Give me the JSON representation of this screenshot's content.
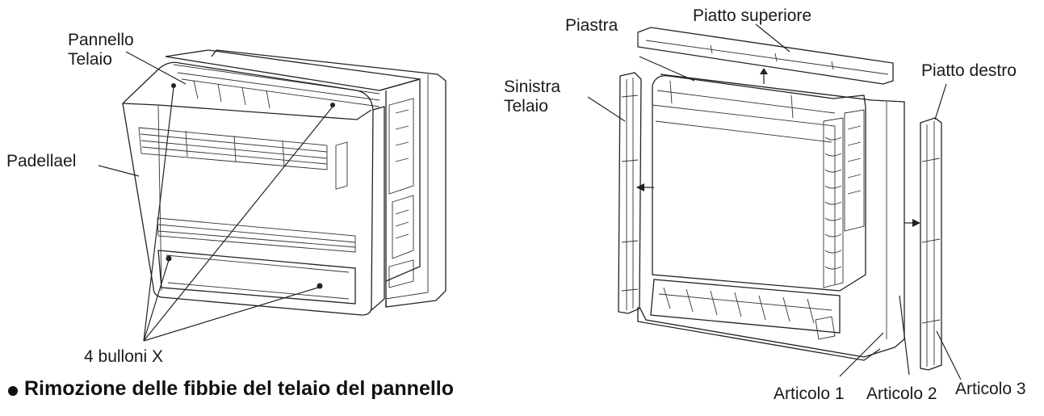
{
  "labels": {
    "pannello_telaio": "Pannello\nTelaio",
    "padellael": "Padellael",
    "bulloni": "4 bulloni X",
    "piastra": "Piastra",
    "piatto_superiore": "Piatto superiore",
    "piatto_destro": "Piatto destro",
    "sinistra_telaio": "Sinistra\nTelaio",
    "articolo_1": "Articolo 1",
    "articolo_2": "Articolo 2",
    "articolo_3": "Articolo 3"
  },
  "caption": "Rimozione delle fibbie del telaio del pannello"
}
